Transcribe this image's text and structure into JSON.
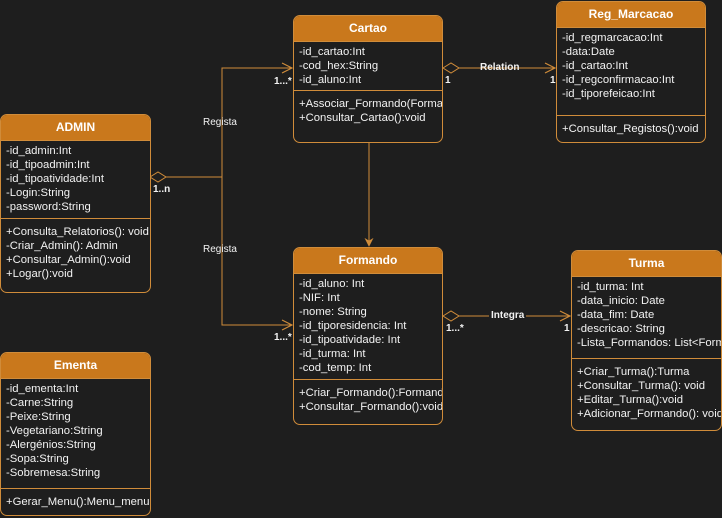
{
  "classes": {
    "cartao": {
      "name": "Cartao",
      "attributes": [
        "-id_cartao:Int",
        "-cod_hex:String",
        "-id_aluno:Int"
      ],
      "methods": [
        "+Associar_Formando(Formando)",
        "+Consultar_Cartao():void"
      ]
    },
    "reg_marcacao": {
      "name": "Reg_Marcacao",
      "attributes": [
        "-id_regmarcacao:Int",
        "-data:Date",
        "-id_cartao:Int",
        "-id_regconfirmacao:Int",
        "-id_tiporefeicao:Int"
      ],
      "methods": [
        "+Consultar_Registos():void"
      ]
    },
    "admin": {
      "name": "ADMIN",
      "attributes": [
        "-id_admin:Int",
        "-id_tipoadmin:Int",
        "-id_tipoatividade:Int",
        "-Login:String",
        "-password:String"
      ],
      "methods": [
        "+Consulta_Relatorios(): void",
        "-Criar_Admin(): Admin",
        "+Consultar_Admin():void",
        "+Logar():void"
      ]
    },
    "formando": {
      "name": "Formando",
      "attributes": [
        "-id_aluno: Int",
        "-NIF: Int",
        "-nome: String",
        "-id_tiporesidencia: Int",
        "-id_tipoatividade: Int",
        "-id_turma: Int",
        "-cod_temp: Int"
      ],
      "methods": [
        "+Criar_Formando():Formando",
        "+Consultar_Formando():void"
      ]
    },
    "turma": {
      "name": "Turma",
      "attributes": [
        "-id_turma: Int",
        "-data_inicio: Date",
        "-data_fim: Date",
        "-descricao: String",
        "-Lista_Formandos: List<Formando>"
      ],
      "methods": [
        "+Criar_Turma():Turma",
        "+Consultar_Turma(): void",
        "+Editar_Turma():void",
        "+Adicionar_Formando(): void"
      ]
    },
    "ementa": {
      "name": "Ementa",
      "attributes": [
        "-id_ementa:Int",
        "-Carne:String",
        "-Peixe:String",
        "-Vegetariano:String",
        "-Alergénios:String",
        "-Sopa:String",
        "-Sobremesa:String"
      ],
      "methods": [
        "+Gerar_Menu():Menu_menu"
      ]
    }
  },
  "relations": {
    "regista_top": {
      "label": "Regista",
      "source_mult": "1..n",
      "target_mult": "1...*"
    },
    "regista_bottom": {
      "label": "Regista",
      "target_mult": "1...*"
    },
    "relation": {
      "label": "Relation",
      "source_mult": "1",
      "target_mult": "1"
    },
    "integra": {
      "label": "Integra",
      "source_mult": "1...*",
      "target_mult": "1"
    }
  },
  "colors": {
    "background": "#1e1e1e",
    "header": "#c9781c",
    "border": "#d08c3a",
    "text": "#f2f2f2"
  }
}
